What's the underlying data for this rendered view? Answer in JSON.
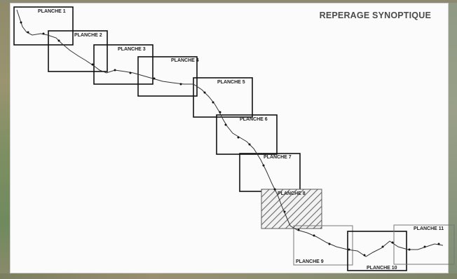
{
  "title": "REPERAGE SYNOPTIQUE",
  "planches": [
    {
      "label": "PLANCHE 1",
      "style": "normal"
    },
    {
      "label": "PLANCHE 2",
      "style": "normal"
    },
    {
      "label": "PLANCHE 3",
      "style": "normal"
    },
    {
      "label": "PLANCHE 4",
      "style": "normal"
    },
    {
      "label": "PLANCHE 5",
      "style": "normal"
    },
    {
      "label": "PLANCHE 6",
      "style": "normal"
    },
    {
      "label": "PLANCHE 7",
      "style": "normal"
    },
    {
      "label": "PLANCHE 8",
      "style": "hatched"
    },
    {
      "label": "PLANCHE 9",
      "style": "light"
    },
    {
      "label": "PLANCHE 10",
      "style": "normal"
    },
    {
      "label": "PLANCHE 11",
      "style": "light"
    }
  ],
  "colors": {
    "frame": "#111111",
    "frame_light": "#777777",
    "hatch": "#666666",
    "route": "#333333"
  }
}
